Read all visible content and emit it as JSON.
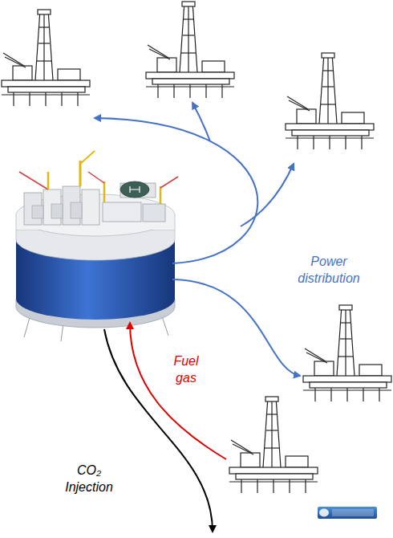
{
  "diagram": {
    "labels": [
      "Power distribution",
      "Fuel gas",
      "CO₂ Injection"
    ]
  }
}
